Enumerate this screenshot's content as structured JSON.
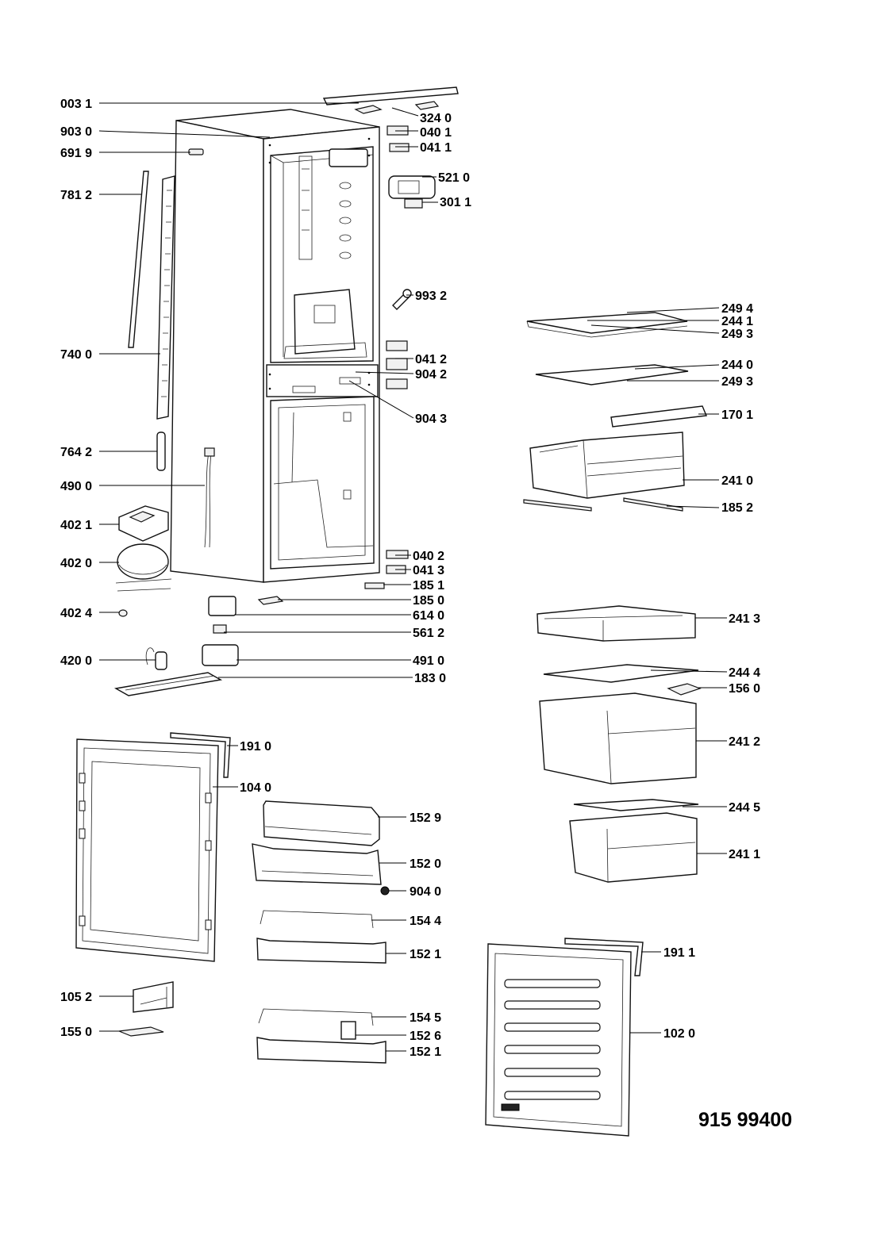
{
  "document": {
    "number": "915 99400"
  },
  "callouts": [
    {
      "id": "l0031",
      "label": "003 1"
    },
    {
      "id": "l3240",
      "label": "324 0"
    },
    {
      "id": "l9030",
      "label": "903 0"
    },
    {
      "id": "l0401a",
      "label": "040 1"
    },
    {
      "id": "l6919",
      "label": "691 9"
    },
    {
      "id": "l0411",
      "label": "041 1"
    },
    {
      "id": "l5210",
      "label": "521 0"
    },
    {
      "id": "l7812",
      "label": "781 2"
    },
    {
      "id": "l3011",
      "label": "301 1"
    },
    {
      "id": "l9932",
      "label": "993 2"
    },
    {
      "id": "l2494",
      "label": "249 4"
    },
    {
      "id": "l2441",
      "label": "244 1"
    },
    {
      "id": "l2493a",
      "label": "249 3"
    },
    {
      "id": "l7400",
      "label": "740 0"
    },
    {
      "id": "l0412",
      "label": "041 2"
    },
    {
      "id": "l2440",
      "label": "244 0"
    },
    {
      "id": "l9042",
      "label": "904 2"
    },
    {
      "id": "l2493b",
      "label": "249 3"
    },
    {
      "id": "l1701",
      "label": "170 1"
    },
    {
      "id": "l9043",
      "label": "904 3"
    },
    {
      "id": "l7642",
      "label": "764 2"
    },
    {
      "id": "l2410",
      "label": "241 0"
    },
    {
      "id": "l4900",
      "label": "490 0"
    },
    {
      "id": "l1852",
      "label": "185 2"
    },
    {
      "id": "l4021",
      "label": "402 1"
    },
    {
      "id": "l0402",
      "label": "040 2"
    },
    {
      "id": "l4020",
      "label": "402 0"
    },
    {
      "id": "l0413",
      "label": "041 3"
    },
    {
      "id": "l1851",
      "label": "185 1"
    },
    {
      "id": "l1850",
      "label": "185 0"
    },
    {
      "id": "l4024",
      "label": "402 4"
    },
    {
      "id": "l6140",
      "label": "614 0"
    },
    {
      "id": "l2413",
      "label": "241 3"
    },
    {
      "id": "l5612",
      "label": "561 2"
    },
    {
      "id": "l4200",
      "label": "420 0"
    },
    {
      "id": "l4910",
      "label": "491 0"
    },
    {
      "id": "l2444",
      "label": "244 4"
    },
    {
      "id": "l1830",
      "label": "183 0"
    },
    {
      "id": "l1560",
      "label": "156 0"
    },
    {
      "id": "l1910",
      "label": "191 0"
    },
    {
      "id": "l2412",
      "label": "241 2"
    },
    {
      "id": "l1040",
      "label": "104 0"
    },
    {
      "id": "l2445",
      "label": "244 5"
    },
    {
      "id": "l1529",
      "label": "152 9"
    },
    {
      "id": "l1520",
      "label": "152 0"
    },
    {
      "id": "l2411",
      "label": "241 1"
    },
    {
      "id": "l9040",
      "label": "904 0"
    },
    {
      "id": "l1544",
      "label": "154 4"
    },
    {
      "id": "l1911",
      "label": "191 1"
    },
    {
      "id": "l1521a",
      "label": "152 1"
    },
    {
      "id": "l1052",
      "label": "105 2"
    },
    {
      "id": "l1545",
      "label": "154 5"
    },
    {
      "id": "l1020",
      "label": "102 0"
    },
    {
      "id": "l1550",
      "label": "155 0"
    },
    {
      "id": "l1526",
      "label": "152 6"
    },
    {
      "id": "l1521b",
      "label": "152 1"
    }
  ]
}
